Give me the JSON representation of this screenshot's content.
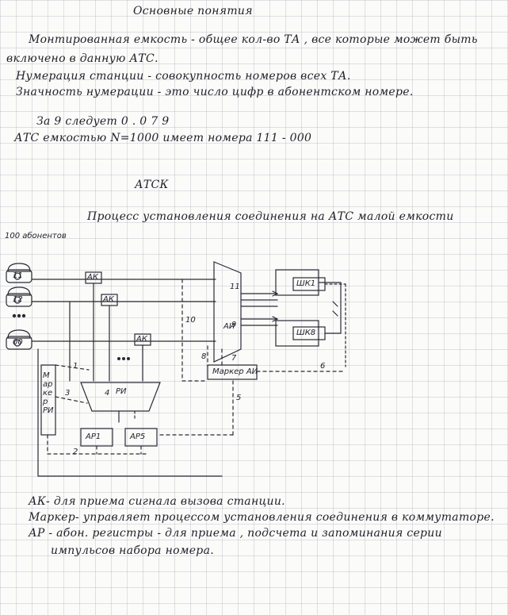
{
  "page_title": "Основные понятия",
  "definitions": {
    "line1a": "Монтированная емкость - общее кол-во ТА , все которые может быть",
    "line1b": "включено в данную АТС.",
    "line2": "Нумерация станции - совокупность номеров всех ТА.",
    "line3": "Значность нумерации - это число цифр в абонентском номере."
  },
  "example": {
    "line1": "За 9 следует 0 . 0 7 9",
    "line2": "АТС емкостью N=1000     имеет номера 111 - 000"
  },
  "section_title": "АТСК",
  "diagram_caption": "Процесс установления соединения на АТС малой емкости",
  "diagram": {
    "subscribers_label": "100 абонентов",
    "phones": [
      "11",
      "12",
      "00"
    ],
    "ak_label": "АК",
    "marker_ri": "Маркер РИ",
    "ri_label": "РИ",
    "ai_label": "АИ",
    "marker_ai": "Маркер АИ",
    "shk1": "ШК1",
    "shk8": "ШК8",
    "ar1": "АР1",
    "ar5": "АР5",
    "ai_in": "11",
    "ai_out": "9",
    "numbers": [
      "1",
      "2",
      "3",
      "4",
      "5",
      "6",
      "7",
      "8",
      "10"
    ]
  },
  "notes": {
    "line1": "АК- для приема сигнала вызова станции.",
    "line2": "Маркер- управляет процессом установления соединения в коммутаторе.",
    "line3": "АР - абон. регистры - для приема , подсчета и запоминания серии",
    "line4": "импульсов набора номера."
  }
}
